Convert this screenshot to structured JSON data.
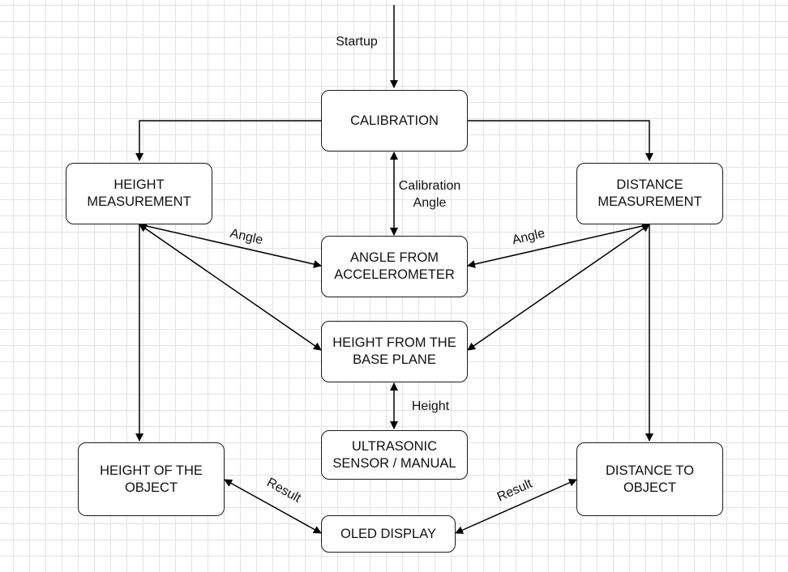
{
  "nodes": {
    "calibration": "CALIBRATION",
    "height_measurement": "HEIGHT\nMEASUREMENT",
    "distance_measurement": "DISTANCE\nMEASUREMENT",
    "angle_from_accelerometer": "ANGLE FROM\nACCELEROMETER",
    "height_from_base_plane": "HEIGHT FROM THE\nBASE PLANE",
    "ultrasonic_sensor": "ULTRASONIC\nSENSOR / MANUAL",
    "height_of_object": "HEIGHT OF THE\nOBJECT",
    "distance_to_object": "DISTANCE TO\nOBJECT",
    "oled_display": "OLED DISPLAY"
  },
  "edge_labels": {
    "startup": "Startup",
    "calibration_angle": "Calibration\nAngle",
    "angle_left": "Angle",
    "angle_right": "Angle",
    "height": "Height",
    "result_left": "Result",
    "result_right": "Result"
  }
}
